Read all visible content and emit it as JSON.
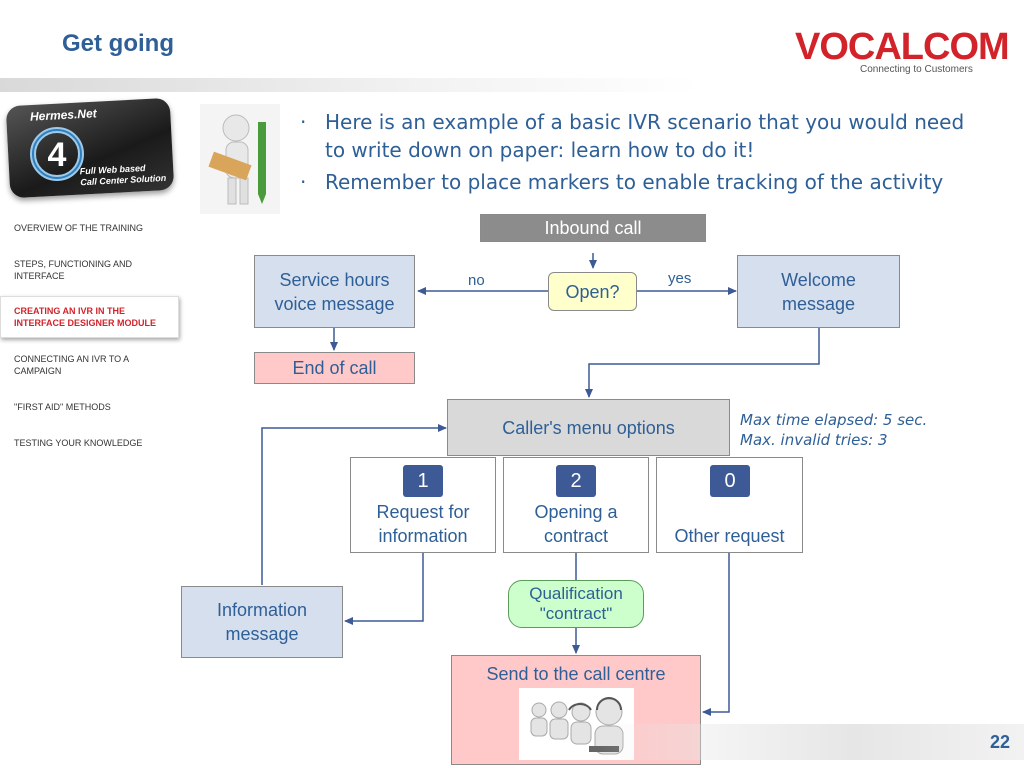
{
  "header": {
    "title": "Get going",
    "logo_name": "VOCALCOM",
    "logo_tagline": "Connecting to Customers",
    "brand_color": "#d2232a",
    "title_color": "#2e5f96"
  },
  "badge": {
    "title": "Hermes.Net",
    "number": "4",
    "subtitle_line1": "Full Web based",
    "subtitle_line2": "Call Center Solution"
  },
  "sidebar": {
    "items": [
      {
        "label": "OVERVIEW OF THE TRAINING",
        "active": false
      },
      {
        "label": "STEPS, FUNCTIONING AND INTERFACE",
        "active": false
      },
      {
        "label": "CREATING AN IVR IN THE INTERFACE DESIGNER MODULE",
        "active": true
      },
      {
        "label": "CONNECTING AN IVR TO A CAMPAIGN",
        "active": false
      },
      {
        "label": "\"FIRST AID\" METHODS",
        "active": false
      },
      {
        "label": "TESTING YOUR KNOWLEDGE",
        "active": false
      }
    ]
  },
  "bullets": [
    "Here is an example of a basic IVR scenario that you would need to write down on paper: learn how to do it!",
    "Remember to place markers to enable tracking of the activity"
  ],
  "flow": {
    "inbound": "Inbound call",
    "open": "Open?",
    "no_label": "no",
    "yes_label": "yes",
    "service_hours": "Service hours voice message",
    "welcome": "Welcome message",
    "end_of_call": "End of call",
    "menu": "Caller's menu options",
    "note_line1": "Max time elapsed: 5 sec.",
    "note_line2": "Max. invalid tries: 3",
    "options": [
      {
        "key": "1",
        "label": "Request for information"
      },
      {
        "key": "2",
        "label": "Opening a contract"
      },
      {
        "key": "0",
        "label": "Other request"
      }
    ],
    "information": "Information message",
    "qualification": "Qualification \"contract\"",
    "send": "Send to the call centre"
  },
  "footer": {
    "page_number": "22"
  },
  "icons": {
    "mascot": "person-with-pencil-icon",
    "agents": "call-center-agents-icon"
  }
}
